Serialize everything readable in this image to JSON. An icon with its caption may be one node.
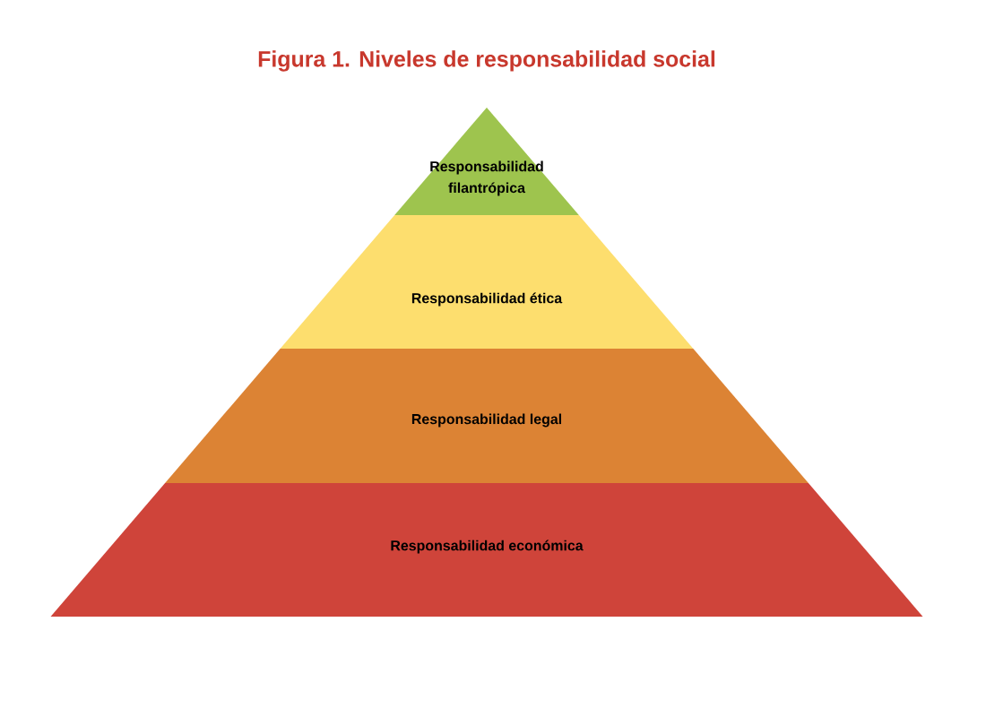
{
  "diagram": {
    "title": "Figura 1. Niveles de responsabilidad social",
    "nodes": [
      {
        "text": [
          "Responsabilidad filantrópica"
        ]
      },
      {
        "text": [
          "Responsabilidad ética"
        ]
      },
      {
        "text": [
          "Responsabilidad legal"
        ]
      },
      {
        "text": [
          "Responsabilidad económica"
        ]
      }
    ]
  }
}
